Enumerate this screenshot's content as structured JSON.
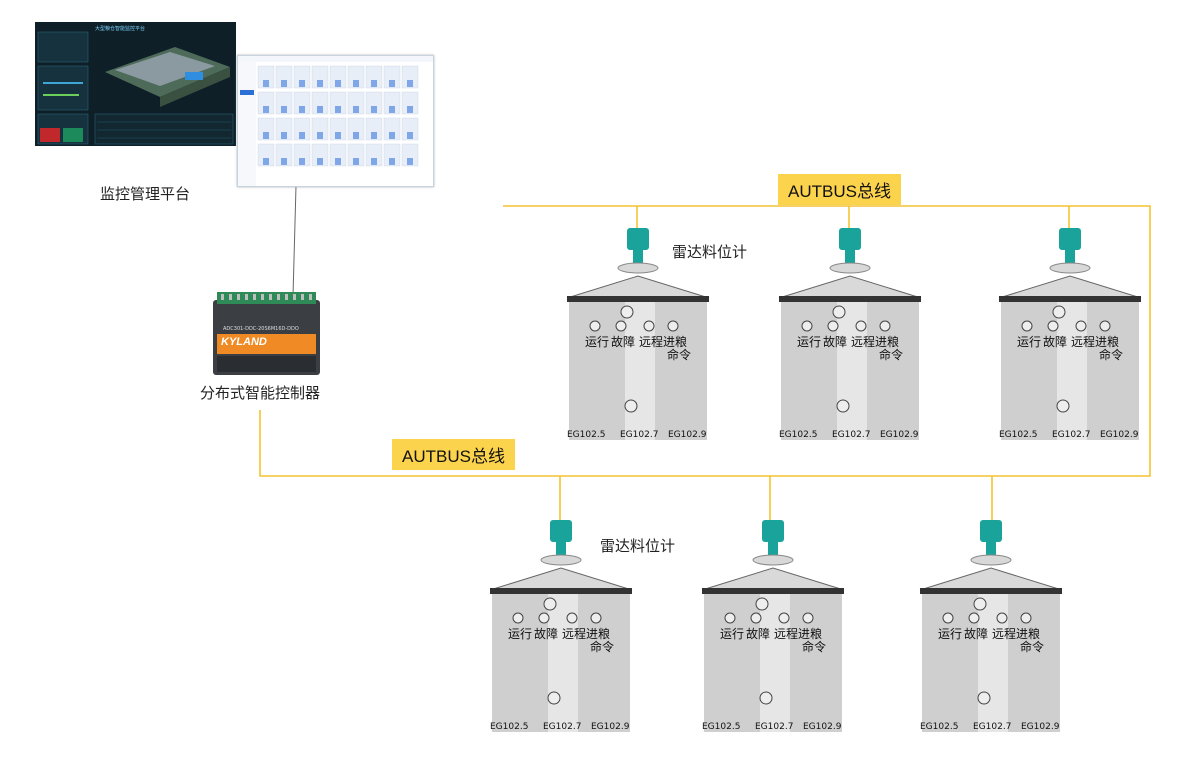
{
  "platform": {
    "label": "监控管理平台",
    "dashboard_title": "大型粮仓智能监控平台"
  },
  "controller": {
    "label": "分布式智能控制器",
    "brand": "KYLAND",
    "model": "ADC301-DDC-20S6M16D-DDO"
  },
  "bus": {
    "top_label": "AUTBUS总线",
    "bottom_label": "AUTBUS总线",
    "color": "#f4c430"
  },
  "radar_label": "雷达料位计",
  "silo": {
    "indicators": [
      "运行",
      "故障",
      "远程",
      "进粮"
    ],
    "cmd": "命令",
    "codes": [
      "EG102.5",
      "EG102.7",
      "EG102.9"
    ]
  },
  "colors": {
    "sensor": "#1aa39a",
    "silo_body": "#cfcfcf",
    "bus": "#f4c430"
  }
}
